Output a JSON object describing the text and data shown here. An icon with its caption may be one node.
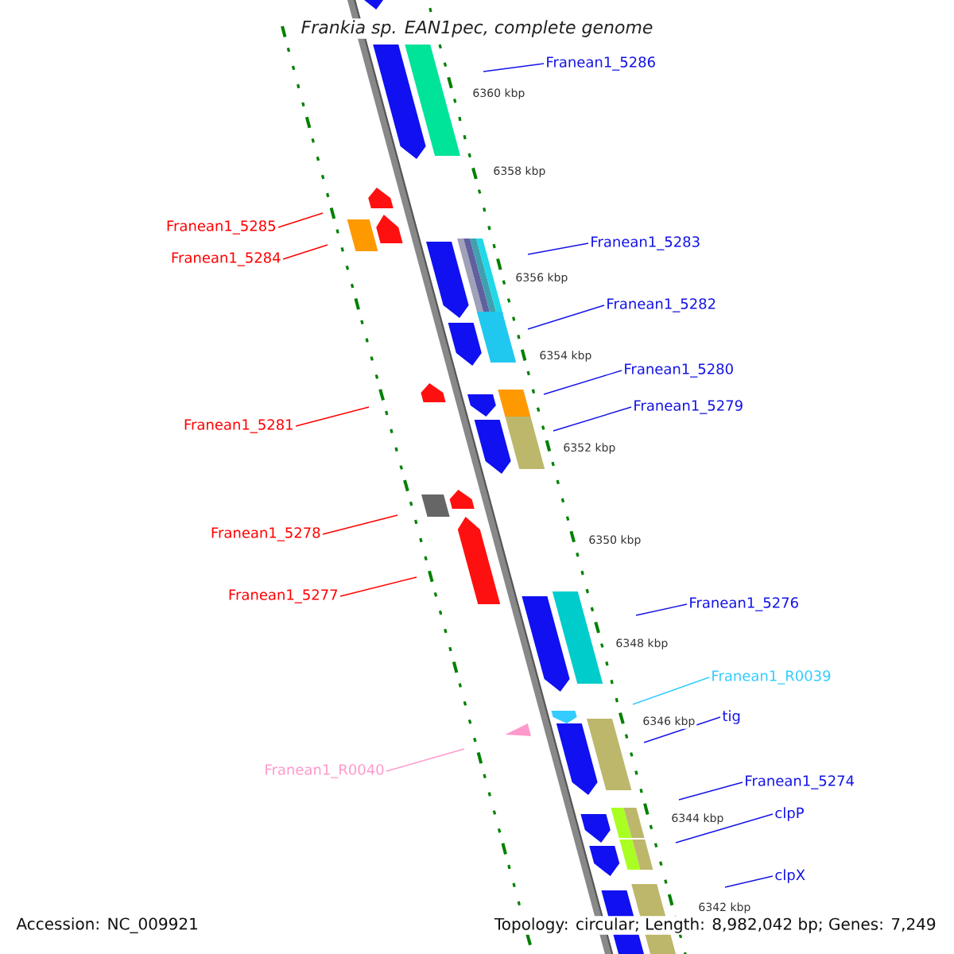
{
  "diagram": {
    "title": "Frankia sp. EAN1pec, complete genome",
    "nodes": [
      {
        "text": [
          "Franean1_5286"
        ]
      },
      {
        "text": [
          "Franean1_5285"
        ]
      },
      {
        "text": [
          "Franean1_5283"
        ]
      },
      {
        "text": [
          "Franean1_5284"
        ]
      },
      {
        "text": [
          "Franean1_5282"
        ]
      },
      {
        "text": [
          "Franean1_5280"
        ]
      },
      {
        "text": [
          "Franean1_5279"
        ]
      },
      {
        "text": [
          "Franean1_5281"
        ]
      },
      {
        "text": [
          "Franean1_5278"
        ]
      },
      {
        "text": [
          "Franean1_5277"
        ]
      },
      {
        "text": [
          "Franean1_5276"
        ]
      },
      {
        "text": [
          "Franean1_R0039"
        ]
      },
      {
        "text": [
          "tig"
        ]
      },
      {
        "text": [
          "Franean1_R0040"
        ]
      },
      {
        "text": [
          "Franean1_5274"
        ]
      },
      {
        "text": [
          "clpP"
        ]
      },
      {
        "text": [
          "clpX"
        ]
      }
    ],
    "edges": [
      {
        "from": 0,
        "to": null,
        "arrow": "none"
      },
      {
        "from": 1,
        "to": null,
        "arrow": "none",
        "color": "#ff0000"
      },
      {
        "from": 2,
        "to": null,
        "arrow": "none"
      },
      {
        "from": 3,
        "to": null,
        "arrow": "none",
        "color": "#ff0000"
      },
      {
        "from": 4,
        "to": null,
        "arrow": "none"
      },
      {
        "from": 5,
        "to": null,
        "arrow": "none"
      },
      {
        "from": 6,
        "to": null,
        "arrow": "none"
      },
      {
        "from": 7,
        "to": null,
        "arrow": "none",
        "color": "#ff0000"
      },
      {
        "from": 8,
        "to": null,
        "arrow": "none",
        "color": "#ff0000"
      },
      {
        "from": 9,
        "to": null,
        "arrow": "none",
        "color": "#ff0000"
      },
      {
        "from": 10,
        "to": null,
        "arrow": "none"
      },
      {
        "from": 11,
        "to": null,
        "arrow": "none",
        "color": "#33ccff"
      },
      {
        "from": 12,
        "to": null,
        "arrow": "none"
      },
      {
        "from": 13,
        "to": null,
        "arrow": "none",
        "color": "#ff99cc"
      },
      {
        "from": 14,
        "to": null,
        "arrow": "none"
      },
      {
        "from": 15,
        "to": null,
        "arrow": "none"
      },
      {
        "from": 16,
        "to": null,
        "arrow": "none"
      }
    ],
    "labels": [
      "6360 kbp",
      "6358 kbp",
      "6356 kbp",
      "6354 kbp",
      "6352 kbp",
      "6350 kbp",
      "6348 kbp",
      "6346 kbp",
      "6344 kbp",
      "6342 kbp",
      "Accession: NC_009921",
      "Topology: circular; Length: 8,982,042 bp; Genes: 7,249"
    ]
  }
}
